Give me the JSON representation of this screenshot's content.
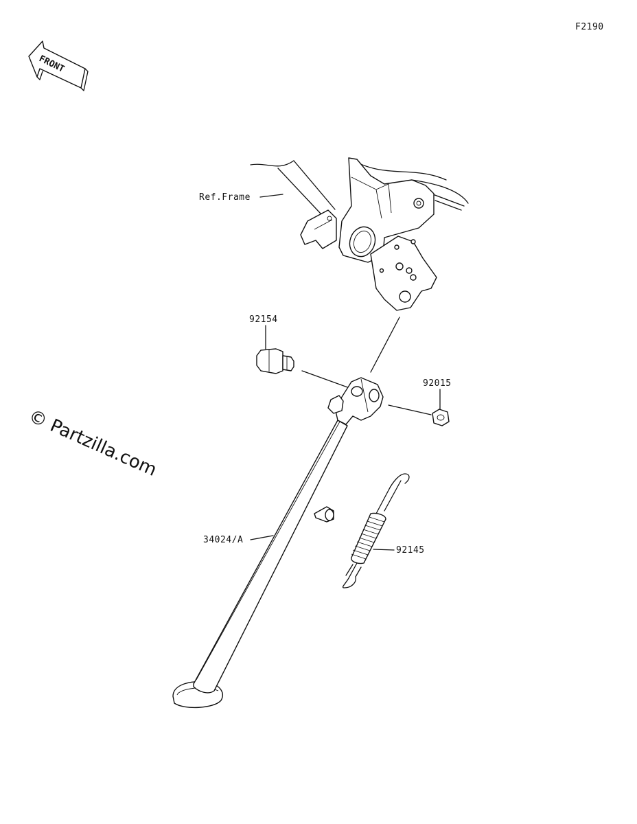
{
  "diagram": {
    "code": "F2190",
    "front_label": "FRONT",
    "watermark": "© Partzilla.com",
    "labels": {
      "ref_frame": "Ref.Frame",
      "bolt": "92154",
      "nut": "92015",
      "stand": "34024/A",
      "spring": "92145"
    }
  }
}
